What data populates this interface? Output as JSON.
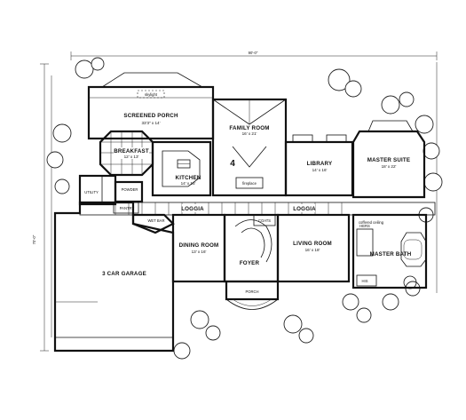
{
  "rooms": {
    "screened_porch": {
      "name": "SCREENED PORCH",
      "dim": "33'3\" x 14'"
    },
    "skylight": "skylight",
    "family_room": {
      "name": "FAMILY ROOM",
      "dim": "16' x 21'"
    },
    "library": {
      "name": "LIBRARY",
      "dim": "14' x 16'"
    },
    "master_suite": {
      "name": "MASTER SUITE",
      "dim": "18' x 22'"
    },
    "breakfast": {
      "name": "BREAKFAST",
      "dim": "12' x 13'"
    },
    "kitchen": {
      "name": "KITCHEN",
      "dim": "14' x 15'"
    },
    "utility": "UTILITY",
    "powder": "POWDER",
    "pantry": "PANTRY",
    "wet_bar": "WET BAR",
    "loggia_left": "LOGGIA",
    "loggia_right": "LOGGIA",
    "fireplace": "fireplace",
    "dining_room": {
      "name": "DINING ROOM",
      "dim": "13' x 16'"
    },
    "foyer": "FOYER",
    "coats": "COATS",
    "living_room": {
      "name": "LIVING ROOM",
      "dim": "16' x 18'"
    },
    "hers": "HERS",
    "his": "HIS",
    "master_bath": "MASTER BATH",
    "garage": "3 CAR GARAGE",
    "porch": "PORCH",
    "coffered": "coffered ceiling",
    "number_mark": "4"
  },
  "overall_dim": "90'-0\"",
  "side_dim": "70'-0\""
}
